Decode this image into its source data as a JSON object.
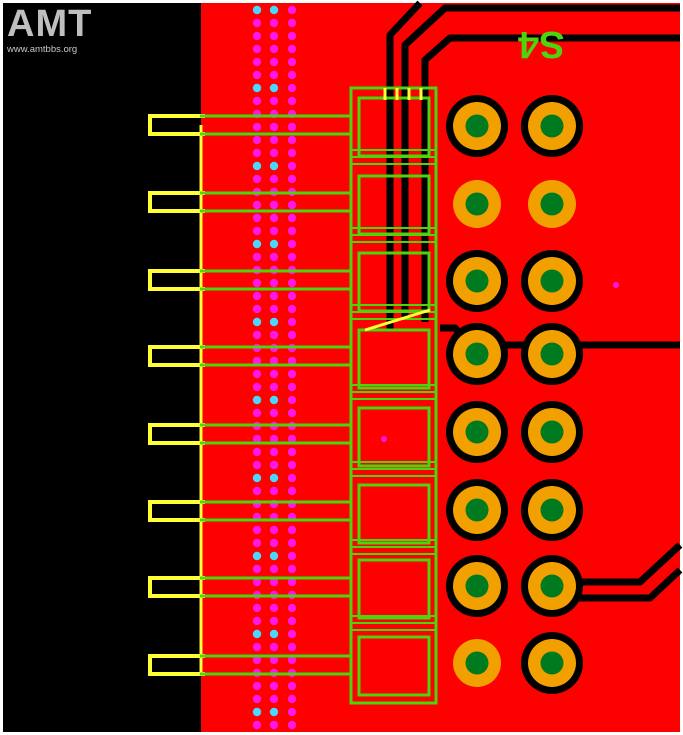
{
  "watermark": {
    "title": "AMT",
    "url": "www.amtbbs.org"
  },
  "board": {
    "ref_designator": "S4",
    "colors": {
      "copper": "#fd0000",
      "background": "#000000",
      "outline": "#ffffff",
      "silkscreen": "#ffff33",
      "mask_green": "#4cd40c",
      "via": "#ff17e6",
      "via_highlight": "#4ad6ff",
      "pad_ring": "#f2a000",
      "pad_drill": "#007a1e",
      "trace": "#000000"
    },
    "icons": [
      "pcb-layout",
      "connector-pins",
      "via-fence",
      "through-hole-pads"
    ],
    "pin_count_left": 8,
    "pad_grid": {
      "rows": 8,
      "cols": 2
    }
  }
}
